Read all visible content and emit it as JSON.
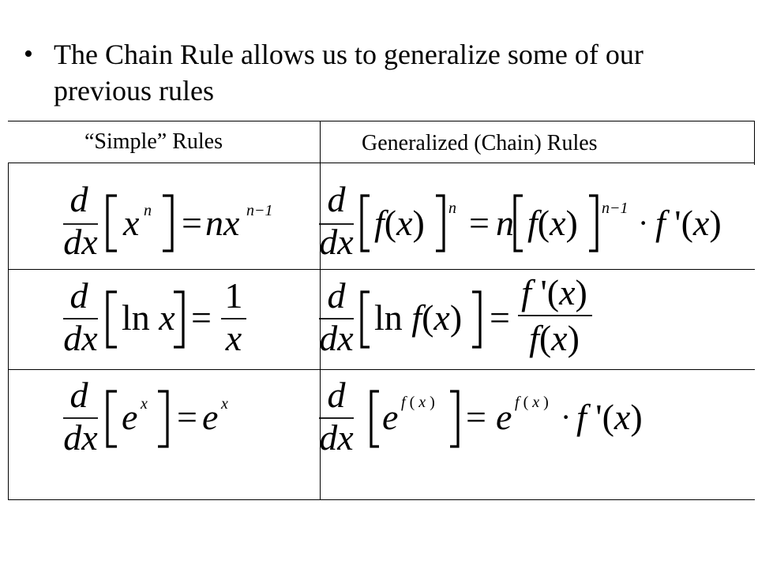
{
  "bullet": {
    "symbol": "•",
    "text": "The Chain Rule allows us to generalize some of our previous rules"
  },
  "table": {
    "headers": {
      "simple": "“Simple” Rules",
      "generalized": "Generalized (Chain) Rules"
    },
    "rows": [
      {
        "simple": "d/dx [x^n] = n x^(n−1)",
        "generalized": "d/dx [f(x)]^n = n[f(x)]^(n−1) · f '(x)"
      },
      {
        "simple": "d/dx [ln x] = 1/x",
        "generalized": "d/dx [ln f(x)] = f '(x) / f(x)"
      },
      {
        "simple": "d/dx [e^x] = e^x",
        "generalized": "d/dx [e^f(x)] = e^f(x) · f '(x)"
      }
    ]
  }
}
